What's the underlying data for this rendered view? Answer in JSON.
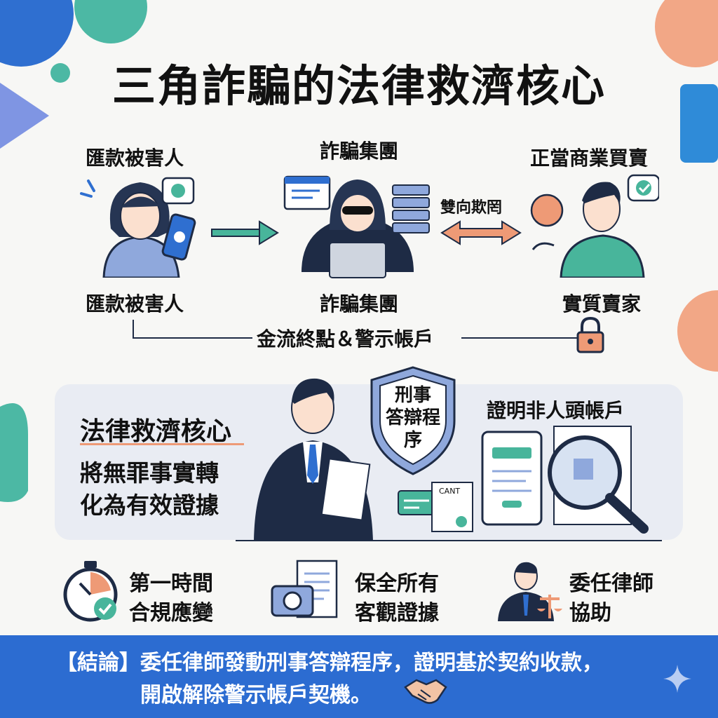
{
  "title": "三角詐騙的法律救濟核心",
  "top_row": {
    "victim_label": "匯款被害人",
    "fraud_label": "詐騙集團",
    "merchant_label": "正當商業買賣",
    "two_way": "雙向欺罔"
  },
  "bottom_row": {
    "victim_label": "匯款被害人",
    "fraud_label": "詐騙集團",
    "seller_label": "實質賣家",
    "flow_label": "金流終點＆警示帳戶"
  },
  "core": {
    "title": "法律救濟核心",
    "line1": "將無罪事實轉",
    "line2": "化為有效證據",
    "shield_line1": "刑事",
    "shield_line2": "答辯程",
    "shield_line3": "序",
    "proof_label": "證明非人頭帳戶",
    "doc_text": "CANT"
  },
  "features": [
    {
      "line1": "第一時間",
      "line2": "合規應變",
      "icon": "stopwatch-check-icon"
    },
    {
      "line1": "保全所有",
      "line2": "客觀證據",
      "icon": "camera-documents-icon"
    },
    {
      "line1": "委任律師",
      "line2": "協助",
      "icon": "lawyer-scale-icon"
    }
  ],
  "conclusion": {
    "line1": "【結論】委任律師發動刑事答辯程序，證明基於契約收款，",
    "line2": "開啟解除警示帳戶契機。"
  },
  "colors": {
    "banner": "#2c6cd1",
    "teal": "#48b59b",
    "orange": "#ee9a76",
    "navy": "#1e2b45",
    "panel": "#e9ecf3"
  }
}
